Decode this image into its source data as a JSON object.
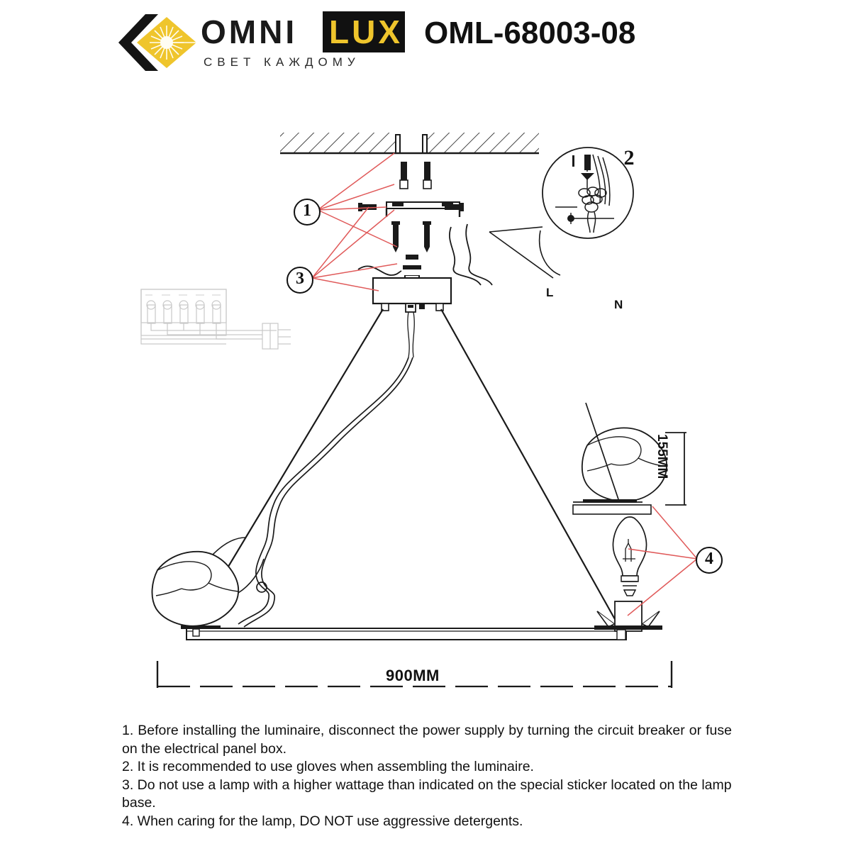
{
  "header": {
    "brand_primary": "OMNI",
    "brand_secondary": "LUX",
    "slogan": "СВЕТ КАЖДОМУ",
    "model_number": "OML-68003-08",
    "accent_color": "#efc52c",
    "dark_color": "#111111"
  },
  "diagram": {
    "callouts": [
      {
        "id": "1",
        "label": "1"
      },
      {
        "id": "2",
        "label": "2"
      },
      {
        "id": "3",
        "label": "3"
      },
      {
        "id": "4",
        "label": "4"
      }
    ],
    "dimensions": {
      "width": "900MM",
      "shade_height": "155MM"
    },
    "wire_labels": {
      "live": "L",
      "neutral": "N"
    },
    "leader_color": "#e05a5a",
    "line_color": "#1a1a1a"
  },
  "instructions": {
    "item1": "1. Before installing the luminaire, disconnect the power supply by turning the circuit breaker or fuse on the electrical panel box.",
    "item2": "2. It is recommended to use gloves when assembling the luminaire.",
    "item3": "3. Do not use a lamp with a higher wattage than indicated on the special sticker located on the lamp base.",
    "item4": "4. When caring for the lamp, DO NOT use aggressive detergents."
  }
}
